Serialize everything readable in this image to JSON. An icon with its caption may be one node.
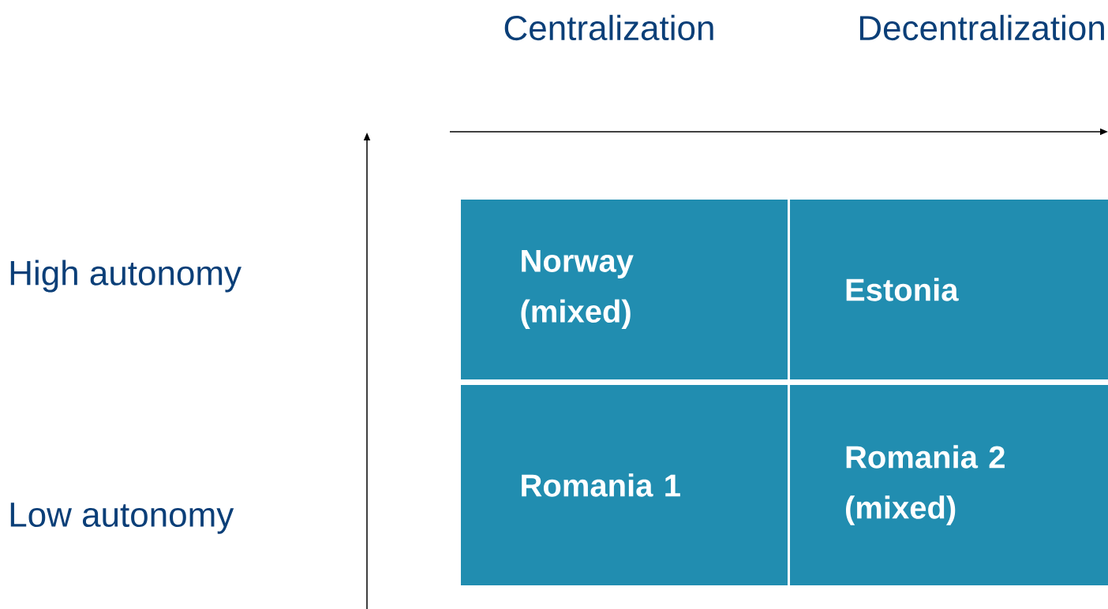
{
  "diagram": {
    "nodes": [
      {
        "text": [
          "Norway (mixed)"
        ]
      },
      {
        "text": [
          "Estonia"
        ]
      },
      {
        "text": [
          "Romania 1"
        ]
      },
      {
        "text": [
          "Romania 2 (mixed)"
        ]
      }
    ],
    "labels": [
      "Centralization",
      "Decentralization",
      "High autonomy",
      "Low autonomy"
    ]
  }
}
